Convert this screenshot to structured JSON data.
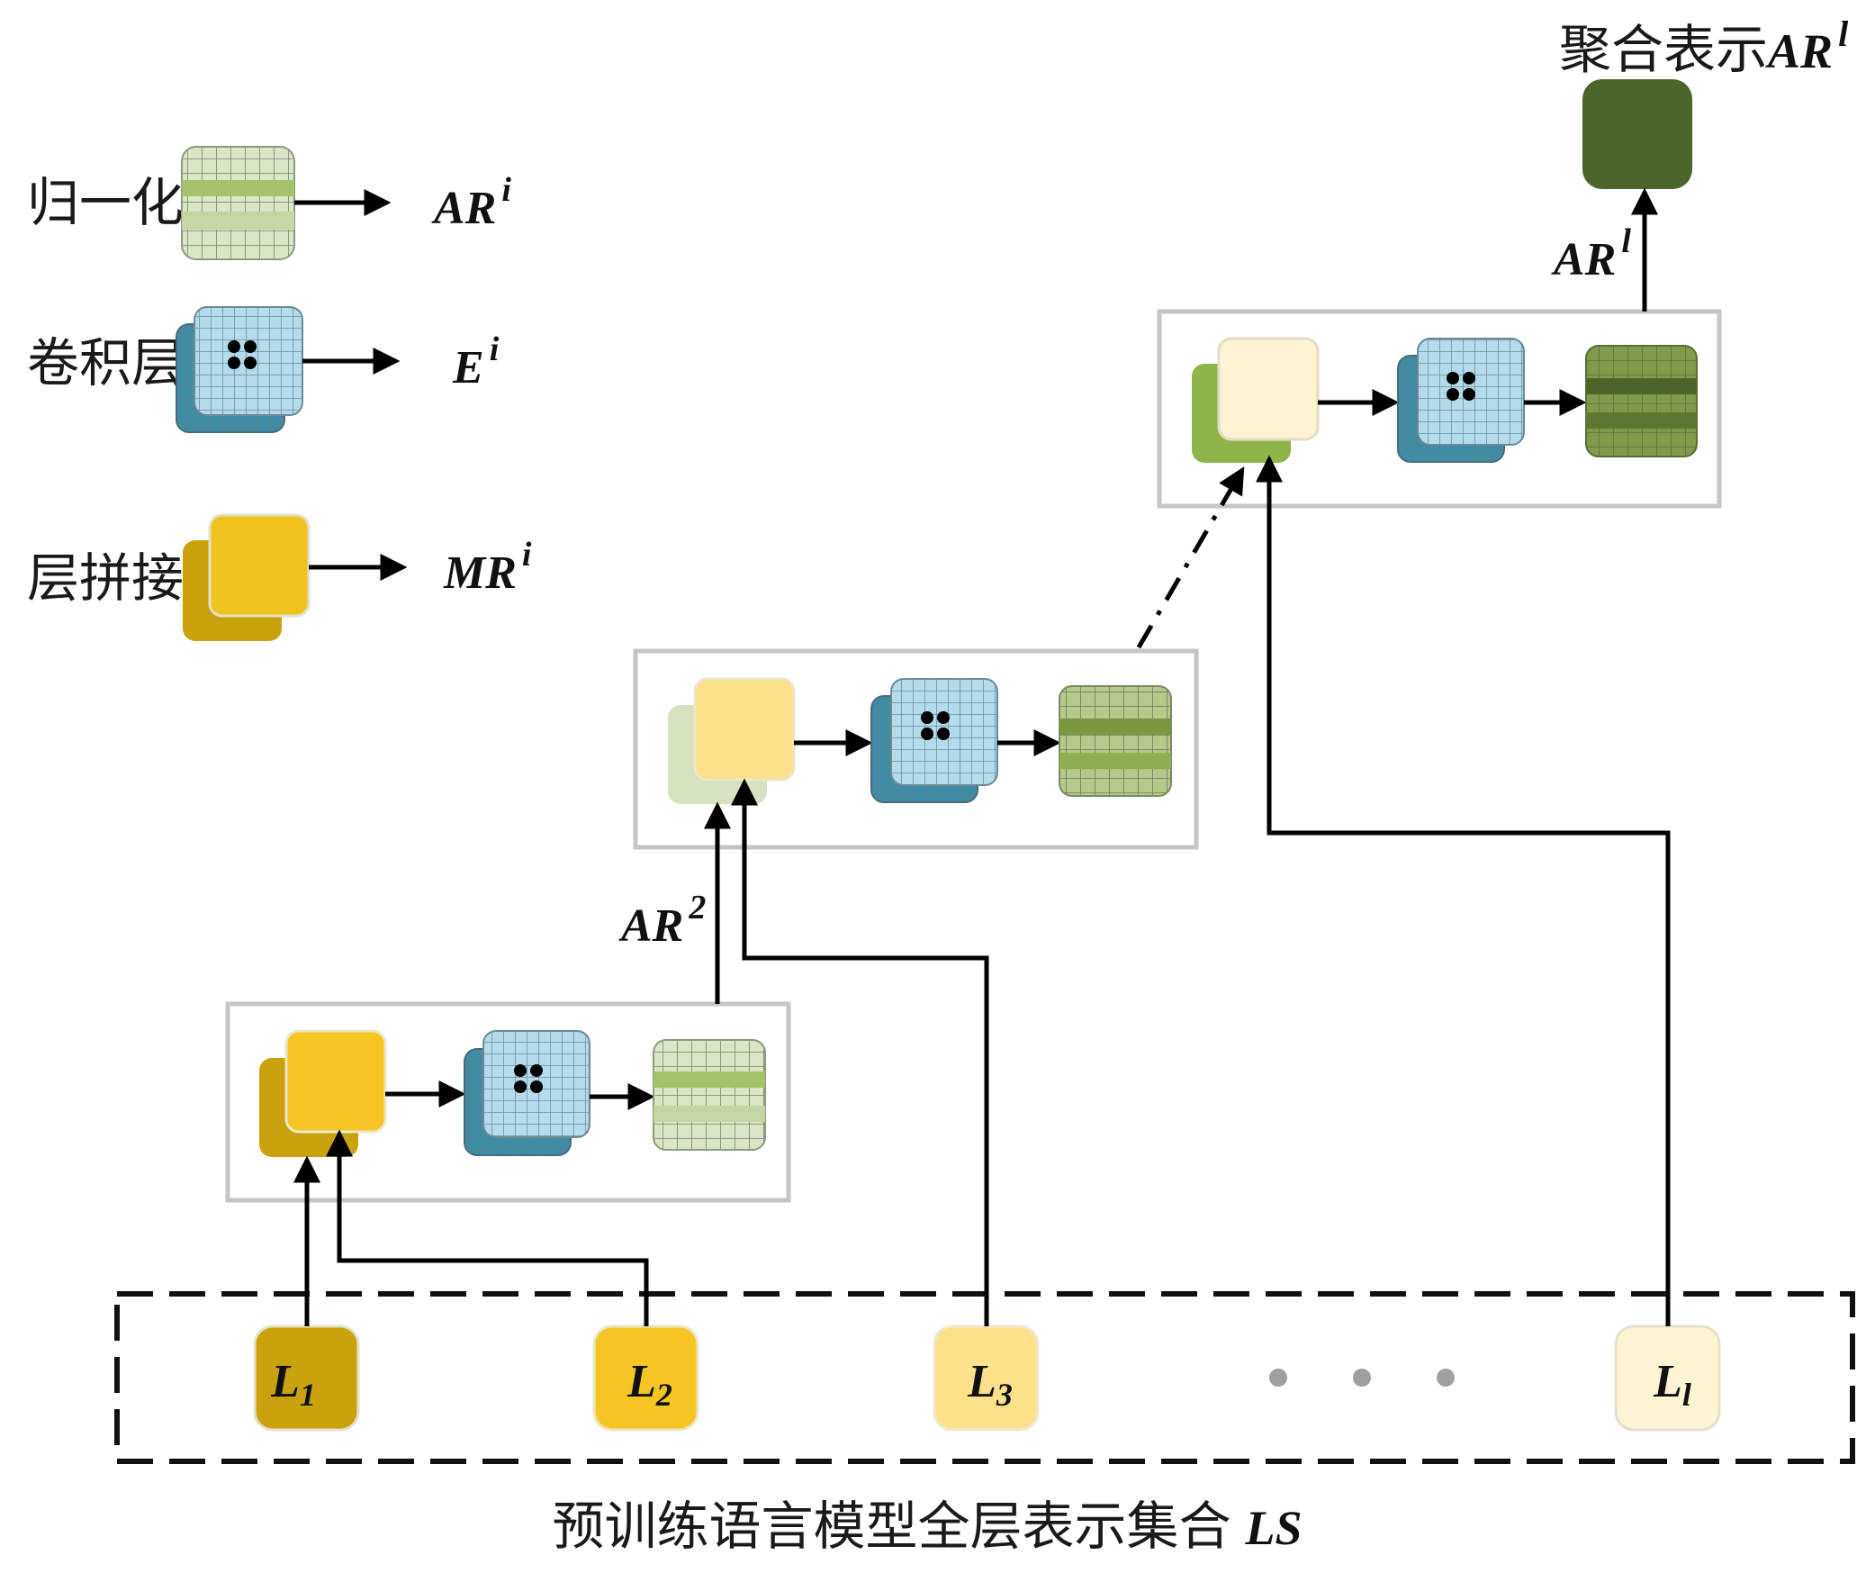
{
  "legend": {
    "normalize_label": "归一化",
    "normalize_output": "AR",
    "normalize_sup": "i",
    "conv_label": "卷积层",
    "conv_output": "E",
    "conv_sup": "i",
    "concat_label": "层拼接",
    "concat_output": "MR",
    "concat_sup": "i"
  },
  "output": {
    "title_text": "聚合表示",
    "title_math": "AR",
    "title_sup": "l",
    "arrow_label": "AR",
    "arrow_sup": "l"
  },
  "stage2": {
    "arrow_label": "AR",
    "arrow_sup": "2"
  },
  "layers": [
    {
      "name": "L",
      "sub": "1"
    },
    {
      "name": "L",
      "sub": "2"
    },
    {
      "name": "L",
      "sub": "3"
    },
    {
      "name": "L",
      "sub": "l"
    }
  ],
  "layer_set_caption": "预训练语言模型全层表示集合",
  "layer_set_symbol": "LS",
  "colors": {
    "l1": "#c9a20e",
    "l2": "#f5c623",
    "l3": "#fce08a",
    "ll": "#fdf4d3",
    "conv_dark": "#3f8ca7",
    "conv_light": "#b3dbea",
    "norm_light": "#dbe6c6",
    "norm_band": "#a4c26b",
    "output_dark": "#4e652a"
  }
}
